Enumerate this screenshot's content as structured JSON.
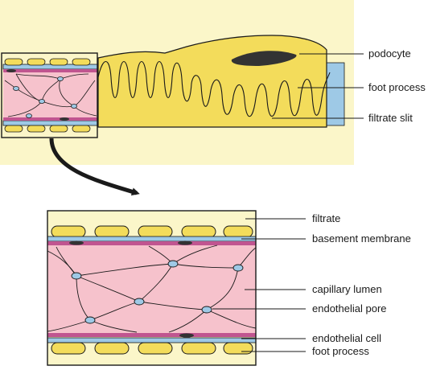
{
  "top_labels": {
    "podocyte": "podocyte",
    "foot_process": "foot process",
    "filtrate_slit": "filtrate slit"
  },
  "bottom_labels": {
    "filtrate": "filtrate",
    "basement_membrane": "basement membrane",
    "capillary_lumen": "capillary lumen",
    "endothelial_pore": "endothelial pore",
    "endothelial_cell": "endothelial cell",
    "foot_process": "foot process"
  },
  "colors": {
    "background_panel": "#fbf6c9",
    "podocyte_yellow": "#f3dc5b",
    "lumen_pink": "#f6c2cc",
    "membrane_blue": "#9ec9e6",
    "endothelial_magenta": "#c05590",
    "nucleus_dark": "#333333",
    "outline": "#1a1a1a"
  }
}
